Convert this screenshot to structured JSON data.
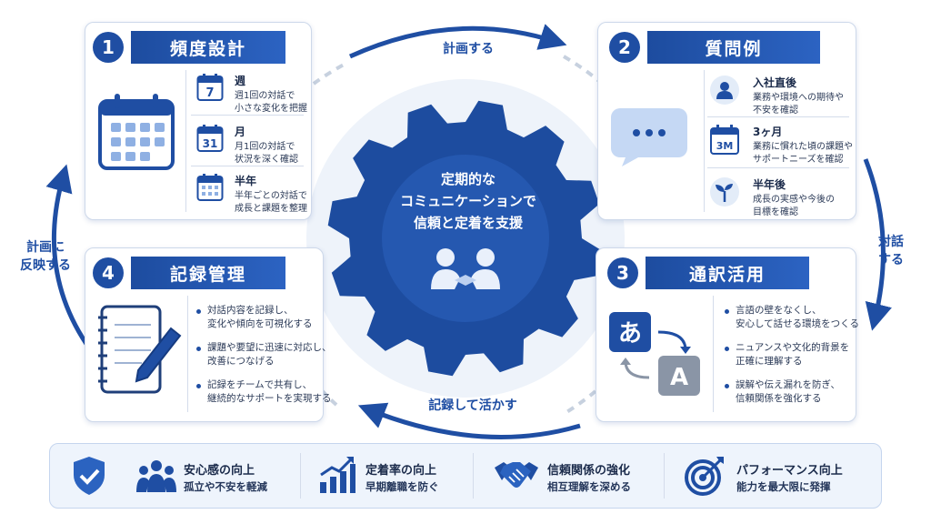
{
  "center": {
    "line1": "定期的な",
    "line2": "コミュニケーションで",
    "line3": "信頼と定着を支援"
  },
  "arrows": {
    "top": "計画する",
    "right_line1": "対話",
    "right_line2": "する",
    "bottom": "記録して活かす",
    "left_line1": "計画に",
    "left_line2": "反映する"
  },
  "cards": {
    "frequency": {
      "number": "1",
      "title": "頻度設計",
      "rows": [
        {
          "icon_text": "7",
          "title": "週",
          "desc1": "週1回の対話で",
          "desc2": "小さな変化を把握"
        },
        {
          "icon_text": "31",
          "title": "月",
          "desc1": "月1回の対話で",
          "desc2": "状況を深く確認"
        },
        {
          "icon_text": "",
          "title": "半年",
          "desc1": "半年ごとの対話で",
          "desc2": "成長と課題を整理"
        }
      ]
    },
    "questions": {
      "number": "2",
      "title": "質問例",
      "rows": [
        {
          "icon_text": "",
          "title": "入社直後",
          "desc1": "業務や環境への期待や",
          "desc2": "不安を確認"
        },
        {
          "icon_text": "3M",
          "title": "3ヶ月",
          "desc1": "業務に慣れた頃の課題や",
          "desc2": "サポートニーズを確認"
        },
        {
          "icon_text": "",
          "title": "半年後",
          "desc1": "成長の実感や今後の",
          "desc2": "目標を確認"
        }
      ]
    },
    "interpretation": {
      "number": "3",
      "title": "通訳活用",
      "icon_src": "あ",
      "icon_dst": "A",
      "bullets": [
        {
          "l1": "言語の壁をなくし、",
          "l2": "安心して話せる環境をつくる"
        },
        {
          "l1": "ニュアンスや文化的背景を",
          "l2": "正確に理解する"
        },
        {
          "l1": "誤解や伝え漏れを防ぎ、",
          "l2": "信頼関係を強化する"
        }
      ]
    },
    "records": {
      "number": "4",
      "title": "記録管理",
      "bullets": [
        {
          "l1": "対話内容を記録し、",
          "l2": "変化や傾向を可視化する"
        },
        {
          "l1": "課題や要望に迅速に対応し、",
          "l2": "改善につなげる"
        },
        {
          "l1": "記録をチームで共有し、",
          "l2": "継続的なサポートを実現する"
        }
      ]
    }
  },
  "benefits": [
    {
      "icon": "shield-check-icon",
      "title": "安心感の向上",
      "desc": "孤立や不安を軽減"
    },
    {
      "icon": "growth-chart-icon",
      "title": "定着率の向上",
      "desc": "早期離職を防ぐ"
    },
    {
      "icon": "handshake-icon",
      "title": "信頼関係の強化",
      "desc": "相互理解を深める"
    },
    {
      "icon": "target-icon",
      "title": "パフォーマンス向上",
      "desc": "能力を最大限に発揮"
    }
  ],
  "colors": {
    "primary": "#1f4ea3",
    "gear": "#1d4c9f",
    "light": "#eef4fc"
  }
}
